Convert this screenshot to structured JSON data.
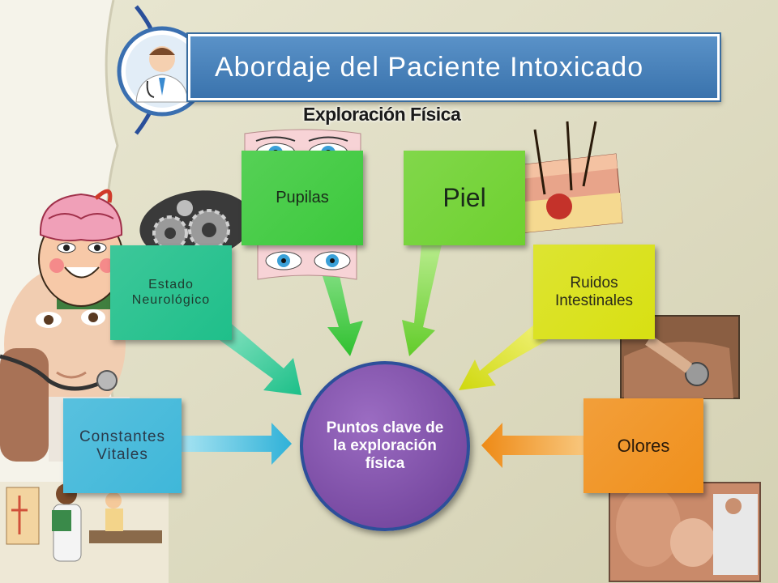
{
  "slide": {
    "title": "Abordaje del Paciente Intoxicado",
    "subtitle": "Exploración Física"
  },
  "diagram": {
    "center": {
      "label": "Puntos clave de la exploración física",
      "color": "#7d4fa8"
    },
    "nodes": [
      {
        "id": "constantes",
        "label": "Constantes Vitales",
        "color": "#3fb7d9"
      },
      {
        "id": "neuro",
        "label": "Estado Neurológico",
        "color": "#1fbf8a"
      },
      {
        "id": "pupilas",
        "label": "Pupilas",
        "color": "#3cc93c"
      },
      {
        "id": "piel",
        "label": "Piel",
        "color": "#6ed12f"
      },
      {
        "id": "ruidos",
        "label": "Ruidos Intestinales",
        "color": "#d8e012"
      },
      {
        "id": "olores",
        "label": "Olores",
        "color": "#f0901c"
      }
    ]
  }
}
